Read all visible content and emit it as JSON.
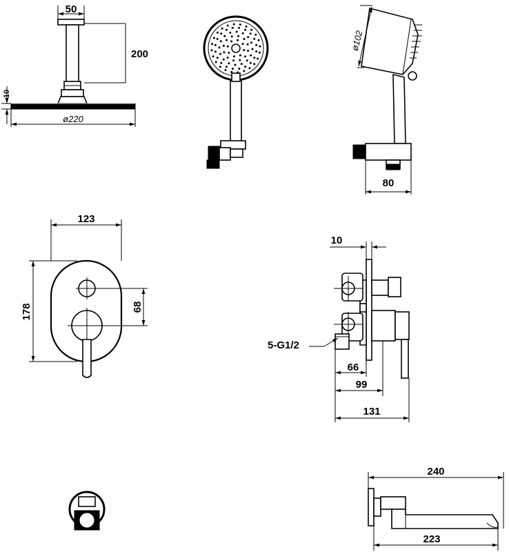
{
  "dimensions": {
    "rain_head_arm": "50",
    "rain_head_drop": "200",
    "rain_head_thickness": "10",
    "rain_head_diameter": "ø220",
    "hand_shower_diameter": "ø102",
    "holder_depth": "80",
    "plate_width": "123",
    "plate_height": "178",
    "plate_spacing": "68",
    "plate_thickness": "10",
    "inlet_thread": "5-G1/2",
    "depth_66": "66",
    "depth_99": "99",
    "depth_131": "131",
    "spout_total": "240",
    "spout_reach": "223"
  },
  "colors": {
    "line": "#000000",
    "background": "#ffffff"
  }
}
